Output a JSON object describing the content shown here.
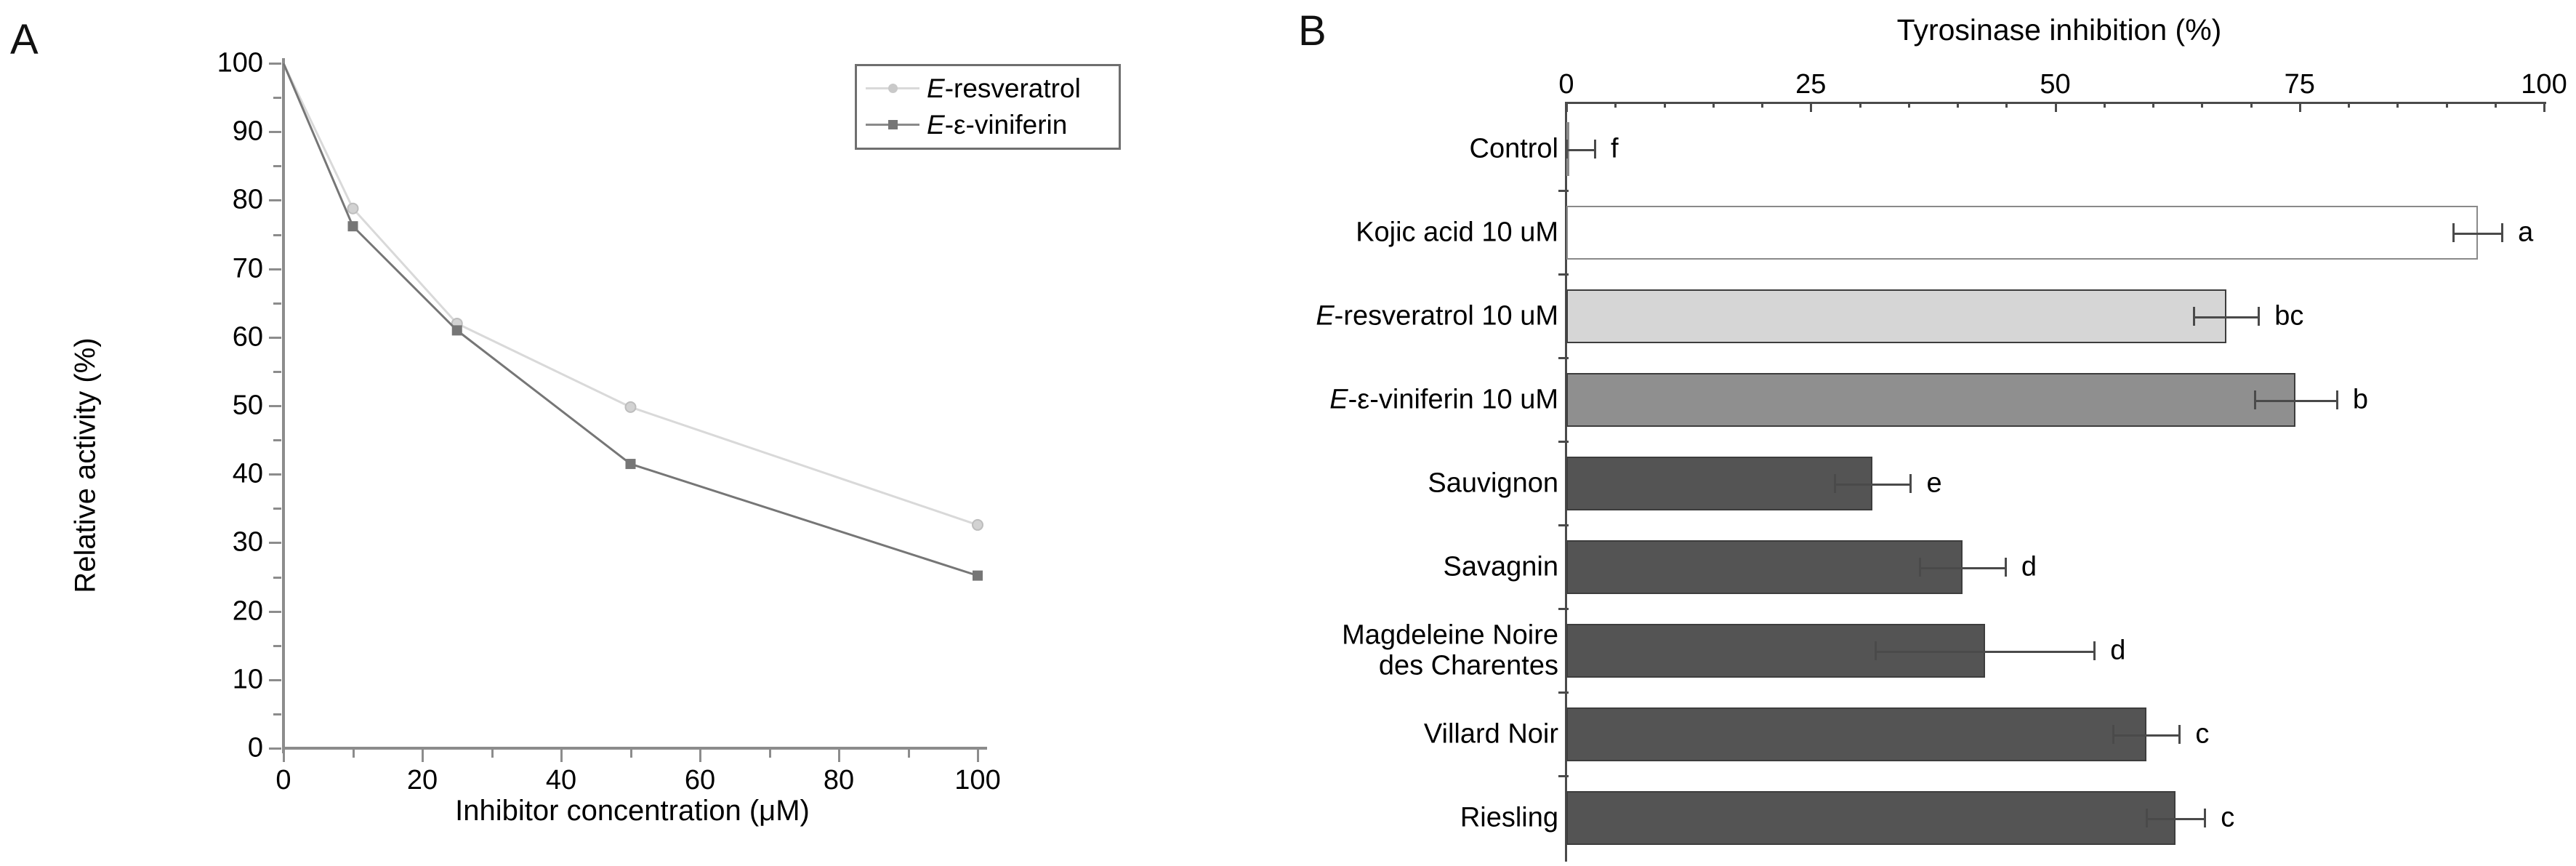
{
  "figure": {
    "panel_a_letter": "A",
    "panel_b_letter": "B"
  },
  "panel_a": {
    "ylabel": "Relative activity (%)",
    "xlabel": "Inhibitor concentration (μM)",
    "legend": {
      "items": [
        {
          "label_italic": "E",
          "label_rest": "-resveratrol",
          "marker": "circle",
          "color": "#d9d9d9"
        },
        {
          "label_italic": "E",
          "label_rest": "-ε-viniferin",
          "marker": "square",
          "color": "#767676"
        }
      ]
    },
    "y_ticks": [
      "0",
      "10",
      "20",
      "30",
      "40",
      "50",
      "60",
      "70",
      "80",
      "90",
      "100"
    ],
    "x_ticks": [
      "0",
      "20",
      "40",
      "60",
      "80",
      "100"
    ]
  },
  "panel_b": {
    "title": "Tyrosinase inhibition (%)",
    "x_ticks": [
      "0",
      "25",
      "50",
      "75",
      "100"
    ]
  },
  "chart_data": [
    {
      "type": "line",
      "panel": "A",
      "title": "",
      "xlabel": "Inhibitor concentration (μM)",
      "ylabel": "Relative activity (%)",
      "xlim": [
        0,
        100
      ],
      "ylim": [
        0,
        100
      ],
      "xticks": [
        0,
        20,
        40,
        60,
        80,
        100
      ],
      "yticks": [
        0,
        10,
        20,
        30,
        40,
        50,
        60,
        70,
        80,
        90,
        100
      ],
      "minor_ticks": true,
      "grid": false,
      "legend_position": "upper right",
      "x": [
        0,
        10,
        25,
        50,
        100
      ],
      "series": [
        {
          "name": "E-resveratrol",
          "values": [
            100,
            78.8,
            62.0,
            49.8,
            32.6
          ],
          "color": "#d9d9d9",
          "marker": "circle"
        },
        {
          "name": "E-ε-viniferin",
          "values": [
            100,
            76.2,
            61.0,
            41.5,
            25.2
          ],
          "color": "#767676",
          "marker": "square"
        }
      ]
    },
    {
      "type": "bar",
      "panel": "B",
      "orientation": "horizontal",
      "title": "Tyrosinase inhibition (%)",
      "xlabel": "Tyrosinase inhibition (%)",
      "ylabel": "",
      "xlim": [
        0,
        100
      ],
      "xticks": [
        0,
        25,
        50,
        75,
        100
      ],
      "grid": false,
      "categories": [
        "Control",
        "Kojic acid 10 uM",
        "E-resveratrol 10 uM",
        "E-ε-viniferin 10 uM",
        "Sauvignon",
        "Savagnin",
        "Magdeleine Noire des Charentes",
        "Villard Noir",
        "Riesling"
      ],
      "values": [
        0.3,
        93.2,
        67.5,
        74.6,
        31.3,
        40.5,
        42.8,
        59.3,
        62.3
      ],
      "errors": [
        2.6,
        2.5,
        3.3,
        4.2,
        3.9,
        4.4,
        11.2,
        3.4,
        3.0
      ],
      "letters": [
        "f",
        "a",
        "bc",
        "b",
        "e",
        "d",
        "d",
        "c",
        "c"
      ],
      "bar_colors": [
        "#ffffff",
        "#ffffff",
        "#d6d6d6",
        "#8f8f8f",
        "#545454",
        "#545454",
        "#545454",
        "#545454",
        "#545454"
      ]
    }
  ],
  "panel_b_rows": [
    {
      "label": "Control",
      "label2": "",
      "italic_prefix": "",
      "letter": "f"
    },
    {
      "label": "Kojic acid 10 uM",
      "label2": "",
      "italic_prefix": "",
      "letter": "a"
    },
    {
      "label": "-resveratrol 10 uM",
      "label2": "",
      "italic_prefix": "E",
      "letter": "bc"
    },
    {
      "label": "-ε-viniferin 10 uM",
      "label2": "",
      "italic_prefix": "E",
      "letter": "b"
    },
    {
      "label": "Sauvignon",
      "label2": "",
      "italic_prefix": "",
      "letter": "e"
    },
    {
      "label": "Savagnin",
      "label2": "",
      "italic_prefix": "",
      "letter": "d"
    },
    {
      "label": "Magdeleine Noire",
      "label2": "des Charentes",
      "italic_prefix": "",
      "letter": "d"
    },
    {
      "label": "Villard Noir",
      "label2": "",
      "italic_prefix": "",
      "letter": "c"
    },
    {
      "label": "Riesling",
      "label2": "",
      "italic_prefix": "",
      "letter": "c"
    }
  ]
}
